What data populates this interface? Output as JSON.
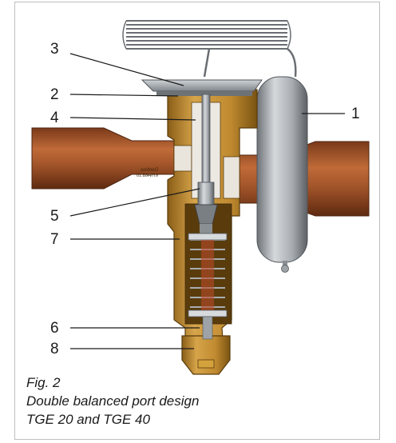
{
  "diagram": {
    "callouts": [
      "3",
      "2",
      "4",
      "5",
      "7",
      "6",
      "8",
      "1"
    ],
    "mirrored_marking": {
      "line1": "Danfoss",
      "line2": "67N468.10"
    }
  },
  "caption": {
    "fig_label": "Fig. 2",
    "line1": "Double balanced port design",
    "line2": "TGE 20 and TGE 40"
  },
  "colors": {
    "brass": "#b8862a",
    "brass_dark": "#7a5312",
    "copper": "#a3552a",
    "steel": "#9ea3a8",
    "frame": "#bfbfbf"
  }
}
